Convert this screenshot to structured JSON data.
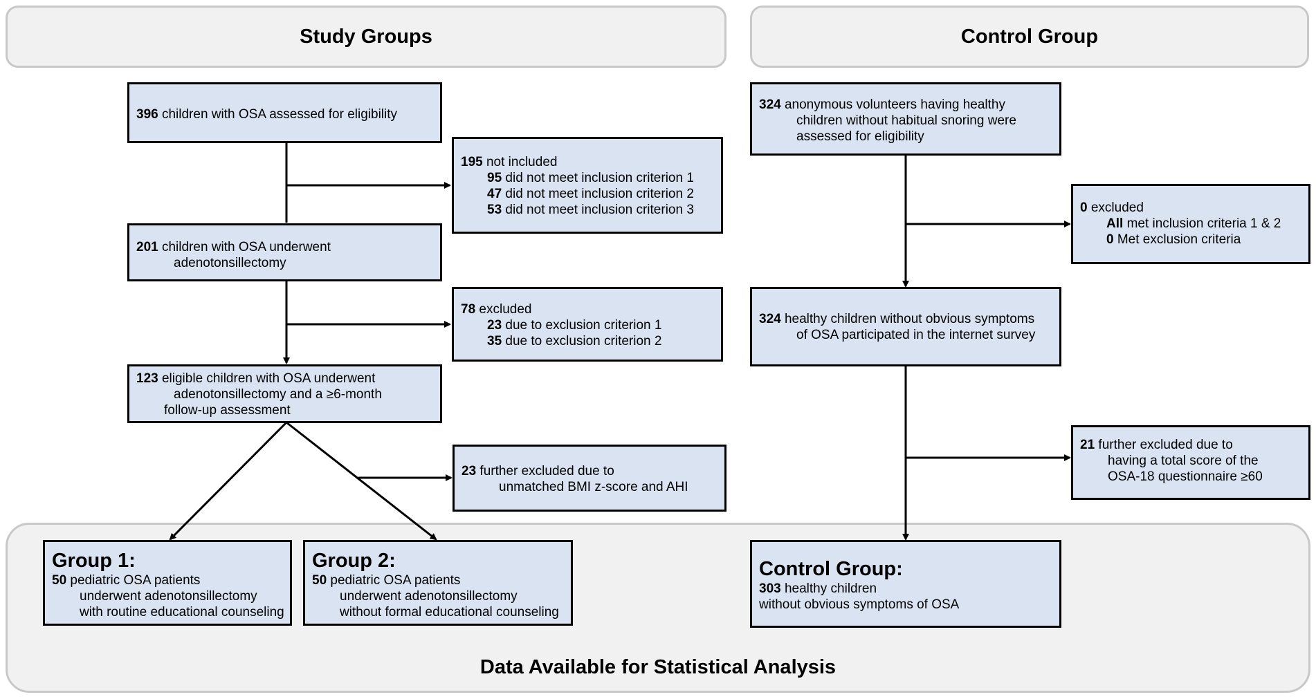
{
  "headers": {
    "study": "Study Groups",
    "control": "Control Group"
  },
  "footer": "Data Available for Statistical Analysis",
  "study": {
    "assessed": {
      "n": "396",
      "text": "children with OSA assessed for eligibility"
    },
    "not_included": {
      "n": "195",
      "text": "not included",
      "items": [
        {
          "n": "95",
          "text": "did not meet inclusion criterion 1"
        },
        {
          "n": "47",
          "text": "did not meet inclusion criterion 2"
        },
        {
          "n": "53",
          "text": "did not meet inclusion criterion 3"
        }
      ]
    },
    "underwent": {
      "n": "201",
      "line1": "children with OSA underwent",
      "line2": "adenotonsillectomy"
    },
    "excluded": {
      "n": "78",
      "text": "excluded",
      "items": [
        {
          "n": "23",
          "text": "due to exclusion criterion 1"
        },
        {
          "n": "35",
          "text": "due to exclusion criterion 2"
        }
      ]
    },
    "eligible": {
      "n": "123",
      "line1": "eligible children with OSA underwent",
      "line2": "adenotonsillectomy  and a ≥6-month",
      "line3": "follow-up  assessment"
    },
    "further_excluded": {
      "n": "23",
      "line1": "further  excluded due to",
      "line2": "unmatched  BMI z-score and AHI"
    },
    "group1": {
      "title": "Group 1:",
      "n": "50",
      "line1": "pediatric OSA patients",
      "line2": "underwent  adenotonsillectomy",
      "line3": "with routine educational counseling"
    },
    "group2": {
      "title": "Group 2:",
      "n": "50",
      "line1": "pediatric OSA patients",
      "line2": "underwent  adenotonsillectomy",
      "line3": "without formal educational counseling"
    }
  },
  "control": {
    "assessed": {
      "n": "324",
      "line1": "anonymous  volunteers  having healthy",
      "line2": "children  without  habitual snoring were",
      "line3": "assessed for eligibility"
    },
    "excluded": {
      "n": "0",
      "text": "excluded",
      "items": [
        {
          "n": "All",
          "text": "met inclusion criteria 1 & 2"
        },
        {
          "n": "0",
          "text": "Met exclusion criteria"
        }
      ]
    },
    "participated": {
      "n": "324",
      "line1": "healthy  children without obvious symptoms",
      "line2": "of OSA participated in the internet survey"
    },
    "further_excluded": {
      "n": "21",
      "line1": "further  excluded due to",
      "line2": "having a total score of the",
      "line3": "OSA-18 questionnaire ≥60"
    },
    "final": {
      "title": "Control Group:",
      "n": "303",
      "line1": "healthy  children",
      "line2": "without  obvious  symptoms  of OSA"
    }
  }
}
